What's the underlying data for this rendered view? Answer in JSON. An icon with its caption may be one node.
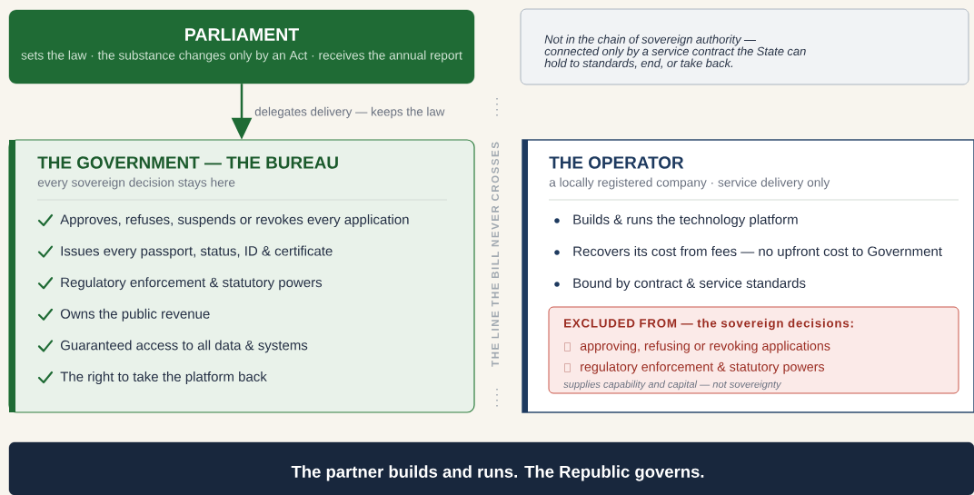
{
  "diagram": {
    "nodes": [
      {
        "text": [
          "PARLIAMENT",
          "sets the law · the substance changes only by an Act · receives the annual report"
        ]
      },
      {
        "text": [
          "THE GOVERNMENT — THE BUREAU",
          "every sovereign decision stays here",
          "Approves, refuses, suspends or revokes every application",
          "Issues every passport, status, ID & certificate",
          "Regulatory enforcement & statutory powers",
          "Owns the public revenue",
          "Guaranteed access to all data & systems",
          "The right to take the platform back"
        ]
      },
      {
        "text": [
          "Not in the chain of sovereign authority — connected only by a service contract the State can hold to standards, end, or take back."
        ]
      },
      {
        "text": [
          "THE OPERATOR",
          "a locally registered company · service delivery only",
          "Builds & runs the technology platform",
          "Recovers its cost from fees — no upfront cost to Government",
          "Bound by contract & service standards"
        ]
      },
      {
        "text": [
          "EXCLUDED FROM — the sovereign decisions:",
          "approving, refusing or revoking applications",
          "regulatory enforcement & statutory powers",
          "supplies capability and capital — not sovereignty"
        ],
        "in": 3
      },
      {
        "text": [
          "The partner builds and runs. The Republic governs."
        ]
      }
    ],
    "edges": [
      {
        "from": 0,
        "to": 1,
        "arrow": "to",
        "label": "delegates delivery — keeps the law"
      }
    ],
    "labels": [
      "THE LINE THE BILL NEVER CROSSES"
    ]
  }
}
